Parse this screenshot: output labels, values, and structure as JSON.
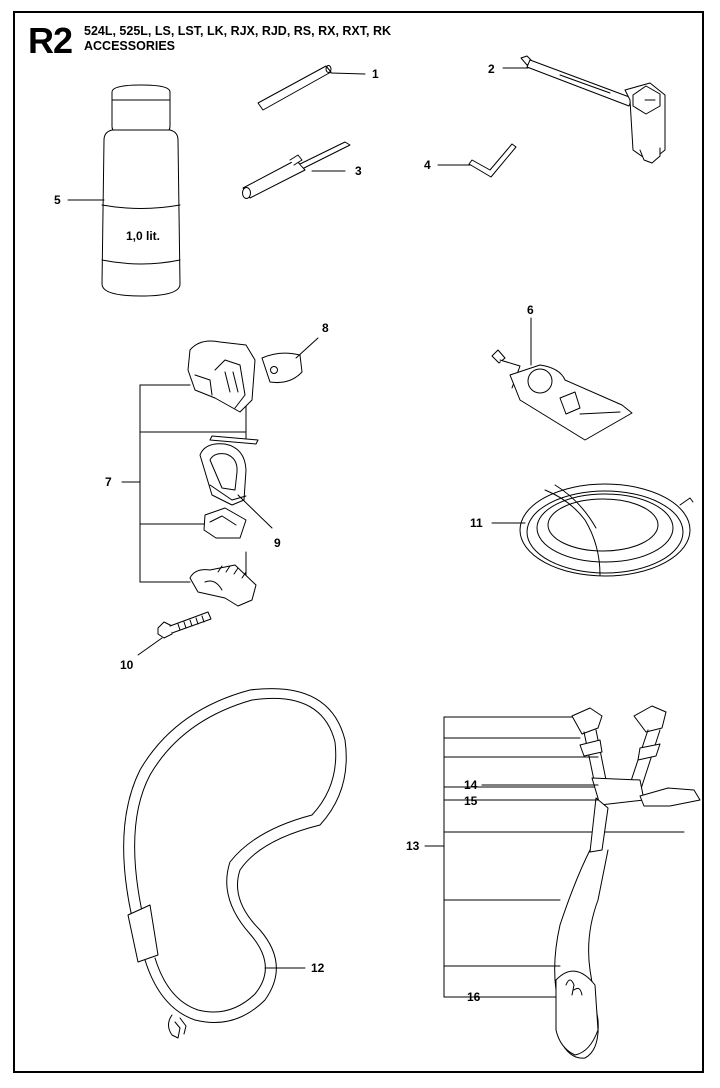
{
  "header": {
    "section_code": "R2",
    "models": "524L, 525L, LS, LST, LK, RJX, RJD, RS, RX, RXT, RK",
    "subtitle": "ACCESSORIES"
  },
  "bottle_label": "1,0 lit.",
  "callouts": [
    {
      "id": "1",
      "text": "1"
    },
    {
      "id": "2",
      "text": "2"
    },
    {
      "id": "3",
      "text": "3"
    },
    {
      "id": "4",
      "text": "4"
    },
    {
      "id": "5",
      "text": "5"
    },
    {
      "id": "6",
      "text": "6"
    },
    {
      "id": "7",
      "text": "7"
    },
    {
      "id": "8",
      "text": "8"
    },
    {
      "id": "9",
      "text": "9"
    },
    {
      "id": "10",
      "text": "10"
    },
    {
      "id": "11",
      "text": "11"
    },
    {
      "id": "12",
      "text": "12"
    },
    {
      "id": "13",
      "text": "13"
    },
    {
      "id": "14",
      "text": "14"
    },
    {
      "id": "15",
      "text": "15"
    },
    {
      "id": "16",
      "text": "16"
    }
  ]
}
